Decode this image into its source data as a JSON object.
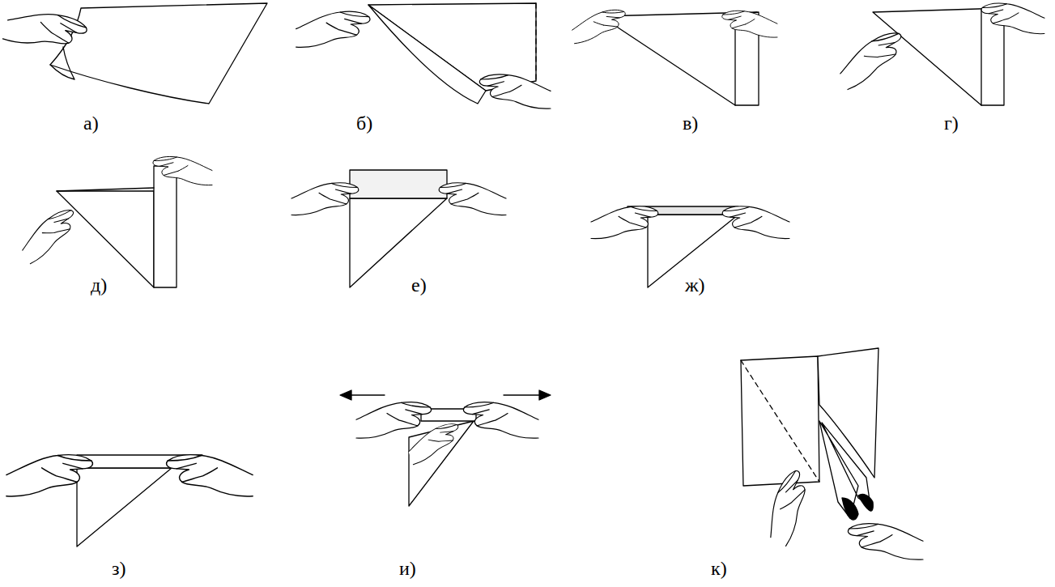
{
  "diagram": {
    "labels": [
      "а)",
      "б)",
      "в)",
      "г)",
      "д)",
      "е)",
      "ж)",
      "з)",
      "и)",
      "к)"
    ]
  }
}
